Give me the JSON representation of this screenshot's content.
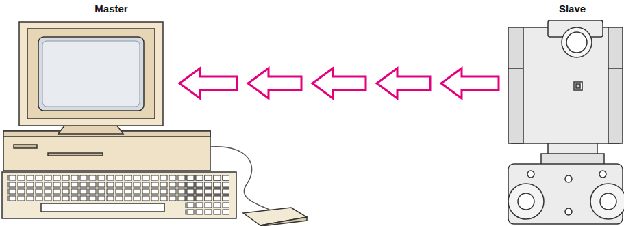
{
  "diagram": {
    "nodes": [
      {
        "text": [
          "Master"
        ]
      },
      {
        "text": [
          "Slave"
        ]
      }
    ],
    "edges": [
      {
        "from": 1,
        "to": 0,
        "arrow": "to"
      }
    ]
  }
}
